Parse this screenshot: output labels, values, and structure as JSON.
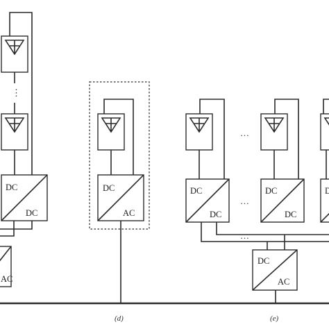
{
  "figure": {
    "converter_labels": {
      "dc": "DC",
      "ac": "AC"
    },
    "captions": {
      "d": "(d)",
      "e": "(e)"
    },
    "ellipsis": "…",
    "vertical_ellipsis": "⋮",
    "colors": {
      "line": "#2a2a2a",
      "background": "#ffffff"
    },
    "icons": [
      "pv-panel-icon",
      "dc-dc-converter-icon",
      "dc-ac-inverter-icon",
      "grid-bus-line"
    ]
  }
}
